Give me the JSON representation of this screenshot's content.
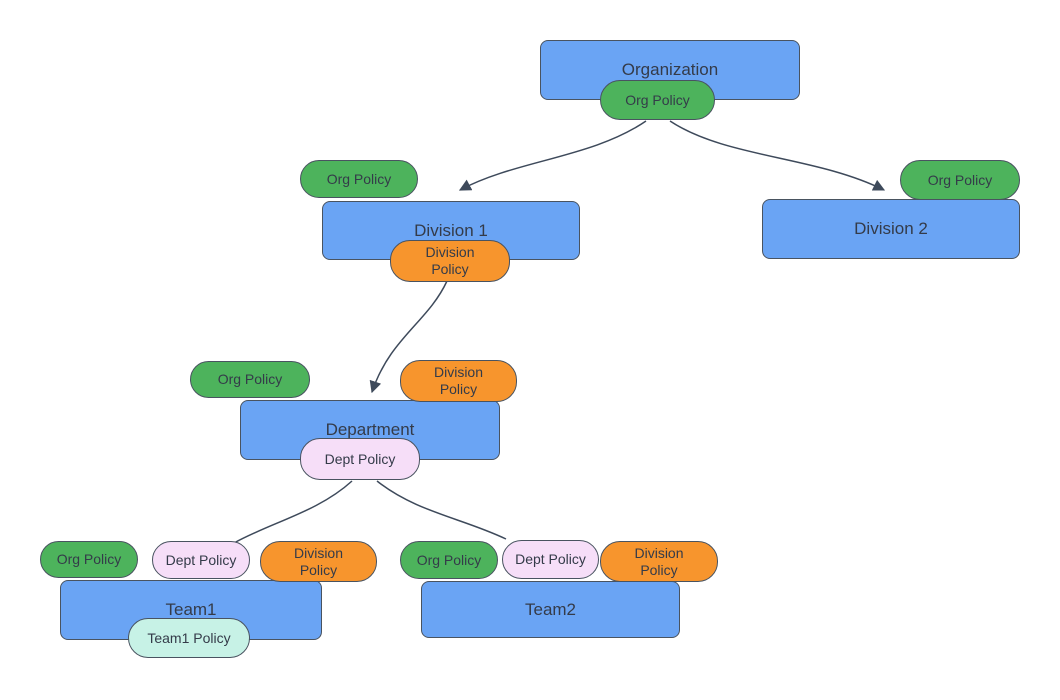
{
  "colors": {
    "background": "#ffffff",
    "node_fill": "#6aa4f4",
    "stroke": "#495360",
    "connector": "#3e4a5b",
    "text": "#343b49",
    "org_policy_fill": "#4db35c",
    "division_policy_fill": "#f7952d",
    "dept_policy_fill": "#f6def8",
    "team_policy_fill": "#c7f2e6"
  },
  "nodes": {
    "organization": "Organization",
    "division1": "Division 1",
    "division2": "Division 2",
    "department": "Department",
    "team1": "Team1",
    "team2": "Team2"
  },
  "policies": {
    "org": "Org Policy",
    "division": "Division Policy",
    "dept": "Dept Policy",
    "team1": "Team1 Policy"
  }
}
